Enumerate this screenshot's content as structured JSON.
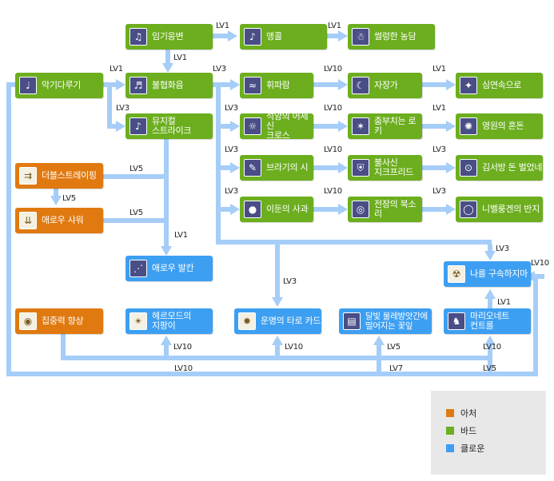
{
  "colors": {
    "orange": "#e07a10",
    "green": "#6cae1e",
    "blue": "#3d9ff2",
    "connector": "#a5cdf7",
    "legend_bg": "#e8e8e8"
  },
  "skills": {
    "impromptu": {
      "label": "임기응변",
      "class": "bard",
      "icon": "sheet-music-icon"
    },
    "encore": {
      "label": "앵콜",
      "class": "bard",
      "icon": "harp-icon"
    },
    "cold_joke": {
      "label": "썰렁한 농담",
      "class": "bard",
      "icon": "ghost-icon"
    },
    "instrument_handling": {
      "label": "악기다루기",
      "class": "bard",
      "icon": "flute-icon"
    },
    "dissonance": {
      "label": "불협화음",
      "class": "bard",
      "icon": "note-icon"
    },
    "whistle": {
      "label": "휘파람",
      "class": "bard",
      "icon": "whistle-icon"
    },
    "lullaby": {
      "label": "자장가",
      "class": "bard",
      "icon": "sleep-icon"
    },
    "deep_sleep": {
      "label": "심연속으로",
      "class": "bard",
      "icon": "moon-icon"
    },
    "musical_strike": {
      "label": "뮤지컬\n스트라이크",
      "class": "bard",
      "icon": "strike-icon"
    },
    "sunset_chorus": {
      "label": "석양의 어세신\n크로스",
      "class": "bard",
      "icon": "sunset-icon"
    },
    "dancing_loki": {
      "label": "춤부치는 로키",
      "class": "bard",
      "icon": "dance-icon"
    },
    "eternal_chaos": {
      "label": "영원의 혼돈",
      "class": "bard",
      "icon": "chaos-icon"
    },
    "bragi_poem": {
      "label": "브라기의 시",
      "class": "bard",
      "icon": "scroll-icon"
    },
    "invulnerable_siegfried": {
      "label": "불사신\n지크프리드",
      "class": "bard",
      "icon": "shield-icon"
    },
    "kimseobang": {
      "label": "김서방 돈 벌었네",
      "class": "bard",
      "icon": "coin-icon"
    },
    "apple_of_idun": {
      "label": "이둔의 사과",
      "class": "bard",
      "icon": "apple-icon"
    },
    "drum_battlefield": {
      "label": "전장의 북소리",
      "class": "bard",
      "icon": "drum-icon"
    },
    "nibelungen_ring": {
      "label": "니벨룽겐의 반지",
      "class": "bard",
      "icon": "ring-icon"
    },
    "double_strafe": {
      "label": "더블스트레이핑",
      "class": "archer",
      "icon": "arrows-icon"
    },
    "arrow_shower": {
      "label": "애로우 샤워",
      "class": "archer",
      "icon": "arrow-rain-icon"
    },
    "arrow_vulcan": {
      "label": "애로우 발칸",
      "class": "clown",
      "icon": "vulcan-icon"
    },
    "dont_forget_me": {
      "label": "나를 구속하지마",
      "class": "clown",
      "icon": "hazard-icon"
    },
    "concentration": {
      "label": "집중력 향상",
      "class": "archer",
      "icon": "eye-icon"
    },
    "hermode": {
      "label": "헤르모드의\n지팡이",
      "class": "clown",
      "icon": "staff-icon"
    },
    "tarot": {
      "label": "운명의 타로 카드",
      "class": "clown",
      "icon": "tarot-icon"
    },
    "moonlit_water": {
      "label": "달빛 물레방앗간에\n떨어지는 꽃잎",
      "class": "clown",
      "icon": "book-icon"
    },
    "marionette": {
      "label": "마리오네트\n컨트롤",
      "class": "clown",
      "icon": "marionette-icon"
    }
  },
  "levels": {
    "impromptu_to_encore": "LV1",
    "encore_to_cold_joke": "LV1",
    "impromptu_to_dissonance": "LV1",
    "instrument_to_dissonance": "LV1",
    "instrument_to_musical": "LV3",
    "dissonance_to_whistle": "LV3",
    "whistle_to_lullaby": "LV10",
    "lullaby_to_deep_sleep": "LV1",
    "to_sunset": "LV3",
    "sunset_to_loki": "LV10",
    "loki_to_chaos": "LV1",
    "to_bragi": "LV3",
    "bragi_to_siegfried": "LV10",
    "siegfried_to_kimseobang": "LV3",
    "to_idun": "LV3",
    "idun_to_drum": "LV10",
    "drum_to_ring": "LV3",
    "double_strafe_to_vulcan": "LV5",
    "double_strafe_to_shower": "LV5",
    "shower_to_vulcan": "LV5",
    "musical_to_vulcan": "LV1",
    "to_tarot": "LV3",
    "to_dont_forget_me": "LV3",
    "marionette_to_dont_forget_me": "LV1",
    "right_loop_to_dont_forget_me": "LV10",
    "hermode_req": "LV10",
    "tarot_req": "LV10",
    "moonlit_req": "LV5",
    "marionette_req": "LV10",
    "bottom_loop_lv7": "LV7",
    "bottom_loop_lv5": "LV5",
    "bottom_loop_lv10": "LV10"
  },
  "legend": [
    {
      "label": "아처",
      "color": "#e07a10"
    },
    {
      "label": "바드",
      "color": "#6cae1e"
    },
    {
      "label": "클로운",
      "color": "#3d9ff2"
    }
  ]
}
